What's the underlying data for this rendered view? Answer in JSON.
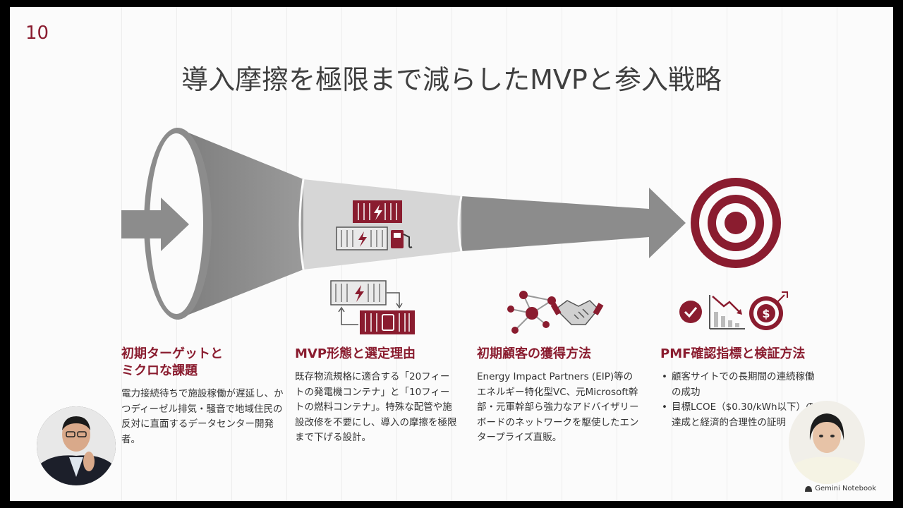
{
  "slide": {
    "page_number": "10",
    "title": "導入摩擦を極限まで減らしたMVPと参入戦略"
  },
  "colors": {
    "accent": "#8a1c2f",
    "funnel_gray": "#8c8c8c",
    "text": "#333333"
  },
  "columns": [
    {
      "heading_line1": "初期ターゲットと",
      "heading_line2": "ミクロな課題",
      "body": "電力接続待ちで施設稼働が遅延し、かつディーゼル排気・騒音で地域住民の反対に直面するデータセンター開発者。"
    },
    {
      "heading_line1": "MVP形態と選定理由",
      "body": "既存物流規格に適合する「20フィートの発電機コンテナ」と「10フィートの燃料コンテナ」。特殊な配管や施設改修を不要にし、導入の摩擦を極限まで下げる設計。"
    },
    {
      "heading_line1": "初期顧客の獲得方法",
      "body": "Energy Impact Partners (EIP)等のエネルギー特化型VC、元Microsoft幹部・元軍幹部ら強力なアドバイザリーボードのネットワークを駆使したエンタープライズ直販。"
    },
    {
      "heading_line1": "PMF確認指標と検証方法",
      "bullets": [
        "顧客サイトでの長期間の連続稼働の成功",
        "目標LCOE（$0.30/kWh以下）の達成と経済的合理性の証明"
      ]
    }
  ],
  "icons": {
    "funnel_entry": "arrow-right-icon",
    "containers": "container-lightning-icon",
    "fuel": "fuel-pump-icon",
    "network": "network-nodes-icon",
    "handshake": "handshake-icon",
    "check": "check-circle-icon",
    "chart": "declining-chart-icon",
    "dollar_target": "dollar-target-icon",
    "target": "target-icon"
  },
  "branding": {
    "label": "Gemini Notebook"
  }
}
